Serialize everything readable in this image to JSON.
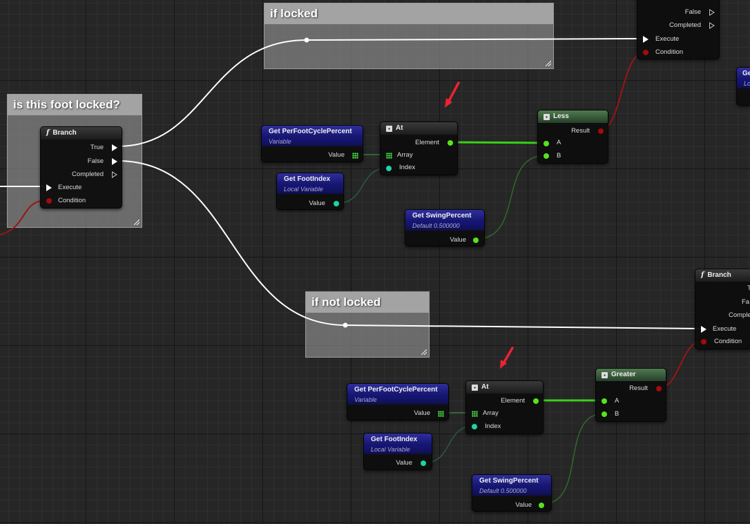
{
  "colors": {
    "exec": "#ffffff",
    "bool": "#a10b0b",
    "float": "#58e31c",
    "int": "#1ed3a6",
    "wire_float": "#3ad01a",
    "wire_bool": "#9a1515",
    "annotation_arrow": "#ee2233"
  },
  "comments": {
    "locked": "is this foot locked?",
    "if_locked": "if locked",
    "if_not_locked": "if not locked"
  },
  "branch_main": {
    "title": "Branch",
    "true": "True",
    "false": "False",
    "completed": "Completed",
    "execute": "Execute",
    "condition": "Condition"
  },
  "branch_top": {
    "false": "False",
    "completed": "Completed",
    "execute": "Execute",
    "condition": "Condition"
  },
  "branch_bottom": {
    "title": "Branch",
    "true": "T",
    "false": "Fa",
    "completed": "Comple",
    "execute": "Execute",
    "condition": "Condition"
  },
  "at_top": {
    "title": "At",
    "element": "Element",
    "array": "Array",
    "index": "Index"
  },
  "at_bottom": {
    "title": "At",
    "element": "Element",
    "array": "Array",
    "index": "Index"
  },
  "less": {
    "title": "Less",
    "result": "Result",
    "a": "A",
    "b": "B"
  },
  "greater": {
    "title": "Greater",
    "result": "Result",
    "a": "A",
    "b": "B"
  },
  "get_cycle_top": {
    "title": "Get PerFootCyclePercent",
    "subtitle": "Variable",
    "value": "Value"
  },
  "get_cycle_bottom": {
    "title": "Get PerFootCyclePercent",
    "subtitle": "Variable",
    "value": "Value"
  },
  "get_foot_top": {
    "title": "Get FootIndex",
    "subtitle": "Local Variable",
    "value": "Value"
  },
  "get_foot_bottom": {
    "title": "Get FootIndex",
    "subtitle": "Local Variable",
    "value": "Value"
  },
  "get_swing_top": {
    "title": "Get SwingPercent",
    "subtitle": "Default 0.500000",
    "value": "Value"
  },
  "get_swing_bottom": {
    "title": "Get SwingPercent",
    "subtitle": "Default 0.500000",
    "value": "Value"
  },
  "partial_node": {
    "title": "Ge",
    "subtitle": "Loc"
  }
}
